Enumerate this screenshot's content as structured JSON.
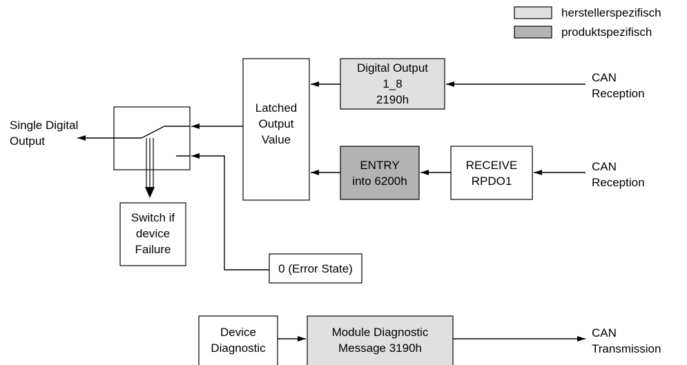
{
  "legend": {
    "items": [
      {
        "label": "herstellerspezifisch",
        "color": "#e0e0e0"
      },
      {
        "label": "produktspezifisch",
        "color": "#b3b3b3"
      }
    ]
  },
  "colors": {
    "light": "#e0e0e0",
    "dark": "#b3b3b3",
    "line": "#000000"
  },
  "nodes": {
    "digital_output": "Digital Output\n1_8\n2190h",
    "latched_output": "Latched\nOutput\nValue",
    "entry_6200h": "ENTRY\ninto 6200h",
    "receive_rpdo1": "RECEIVE\nRPDO1",
    "switch_failure": "Switch if\ndevice\nFailure",
    "error_state": "0 (Error State)",
    "device_diagnostic": "Device\nDiagnostic",
    "module_diagnostic": "Module Diagnostic\nMessage 3190h"
  },
  "labels": {
    "single_digital_output": "Single Digital\nOutput",
    "can_reception_1": "CAN\nReception",
    "can_reception_2": "CAN\nReception",
    "can_transmission": "CAN\nTransmission"
  }
}
